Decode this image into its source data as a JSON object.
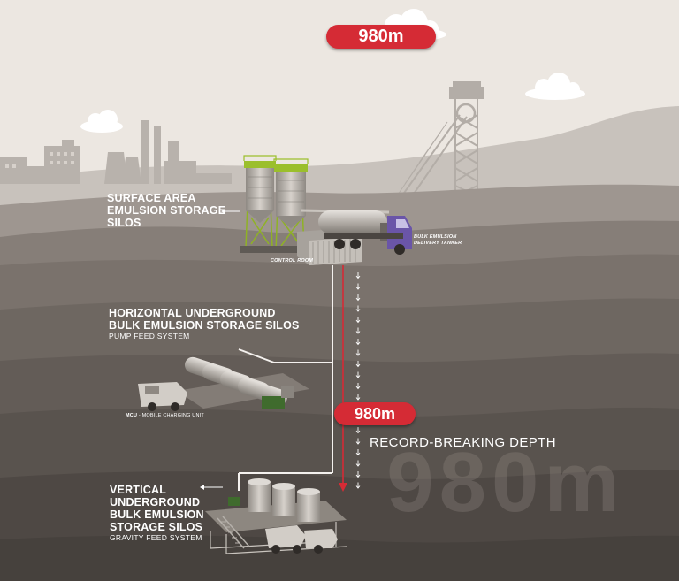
{
  "labels": {
    "surface": [
      "SURFACE AREA",
      "EMULSION STORAGE",
      "SILOS"
    ],
    "horizontal_title": [
      "HORIZONTAL UNDERGROUND",
      "BULK EMULSION STORAGE SILOS"
    ],
    "horizontal_sub": "PUMP FEED SYSTEM",
    "vertical_title": [
      "VERTICAL",
      "UNDERGROUND",
      "BULK EMULSION",
      "STORAGE SILOS"
    ],
    "vertical_sub": "GRAVITY FEED SYSTEM",
    "control_room": "CONTROL ROOM",
    "tanker": [
      "BULK EMULSION",
      "DELIVERY TANKER"
    ],
    "mcu_abbr": "MCU",
    "mcu_desc": " - MOBILE CHARGING UNIT",
    "depth_badge_top": "980m",
    "depth_badge_mid": "980m",
    "record": "RECORD-BREAKING DEPTH",
    "watermark": "980m"
  },
  "colors": {
    "depth_red": "#d52b35",
    "silo_green": "#9bbf2c",
    "tanker_purple": "#6a55a8"
  }
}
